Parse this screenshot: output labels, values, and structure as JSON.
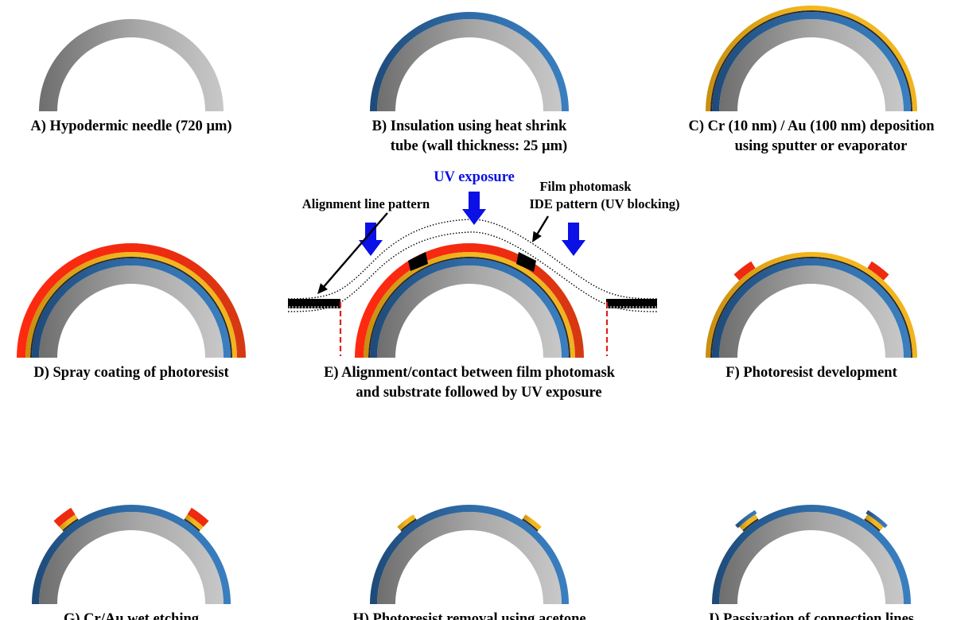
{
  "panels": [
    {
      "id": "A",
      "caption": [
        "A) Hypodermic needle (720 µm)"
      ]
    },
    {
      "id": "B",
      "caption": [
        "B) Insulation using heat shrink",
        "tube (wall thickness: 25 µm)"
      ]
    },
    {
      "id": "C",
      "caption": [
        "C) Cr (10 nm) / Au (100 nm) deposition",
        "using sputter or evaporator"
      ]
    },
    {
      "id": "D",
      "caption": [
        "D) Spray coating of photoresist"
      ]
    },
    {
      "id": "E",
      "caption": [
        "E) Alignment/contact between film photomask",
        "and substrate followed by UV exposure"
      ]
    },
    {
      "id": "F",
      "caption": [
        "F) Photoresist development"
      ]
    },
    {
      "id": "G",
      "caption": [
        "G) Cr/Au wet etching"
      ]
    },
    {
      "id": "H",
      "caption": [
        "H) Photoresist removal using acetone"
      ]
    },
    {
      "id": "I",
      "caption": [
        "I) Passivation of connection lines"
      ]
    }
  ],
  "annotations": {
    "uv_exposure": "UV exposure",
    "alignment_line": "Alignment line pattern",
    "film_photomask": "Film photomask",
    "ide_pattern": "IDE pattern (UV blocking)"
  },
  "colors": {
    "needle_dark": "#6e6e6e",
    "needle_light": "#c8c8c8",
    "insulation_blue": "#2f6ca8",
    "insulation_dark": "#1f4f80",
    "chromium_dark": "#2a2a2a",
    "gold": "#f0b41e",
    "photoresist_red": "#ee2a10",
    "uv_arrow_blue": "#0a10e6",
    "alignment_red": "#e0201a",
    "mask_black": "#000000"
  }
}
